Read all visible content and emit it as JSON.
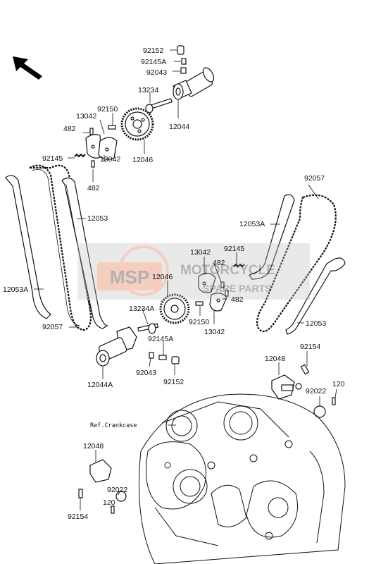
{
  "diagram": {
    "parts": {
      "p92152_top": "92152",
      "p92145A_top": "92145A",
      "p92043_top": "92043",
      "p13234": "13234",
      "p12044": "12044",
      "p92150_top": "92150",
      "p13042_top1": "13042",
      "p482_top1": "482",
      "p12046_top": "12046",
      "p92145_left": "92145",
      "p13042_top2": "13042",
      "p482_top2": "482",
      "p12053_left": "12053",
      "p12053A_left": "12053A",
      "p92057_left": "92057",
      "p92057_right": "92057",
      "p12053A_right": "12053A",
      "p13042_mid1": "13042",
      "p92145_mid": "92145",
      "p482_mid1": "482",
      "p12046_mid": "12046",
      "p482_mid2": "482",
      "p13234A": "13234A",
      "p92150_mid": "92150",
      "p13042_mid2": "13042",
      "p12053_right": "12053",
      "p92145A_low": "92145A",
      "p92154_right": "92154",
      "p12048_right": "12048",
      "p92043_low": "92043",
      "p92152_low": "92152",
      "p12044A": "12044A",
      "p92022_right": "92022",
      "p120_right": "120",
      "ref_crankcase": "Ref.Crankcase",
      "p12048_left": "12048",
      "p92022_left": "92022",
      "p120_left": "120",
      "p92154_left": "92154"
    },
    "watermark": {
      "logo_text": "MSP",
      "brand_line1": "MOTORCYCLE",
      "brand_line2": "SPARE PARTS"
    }
  }
}
